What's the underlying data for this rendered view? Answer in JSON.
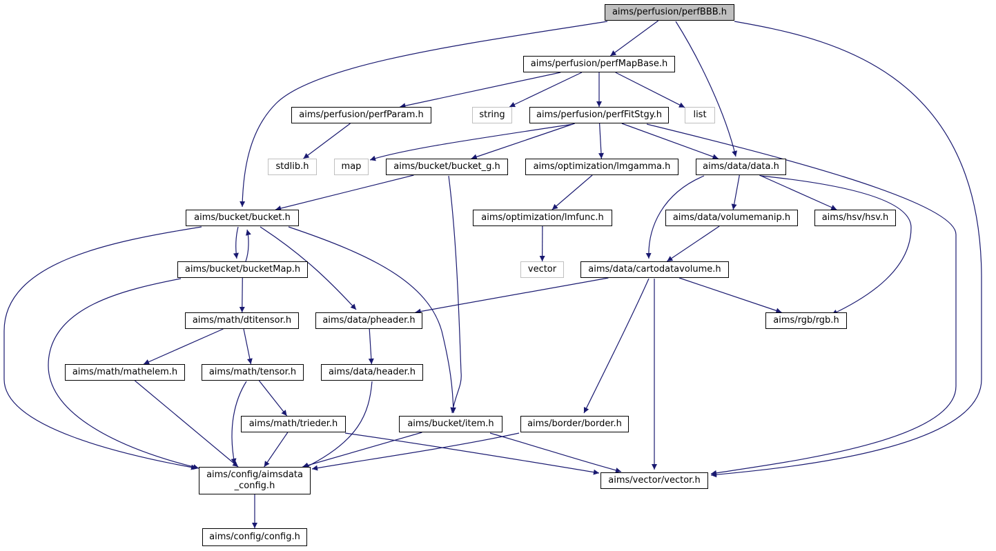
{
  "colors": {
    "edge": "#191970",
    "node_border": "#000000",
    "external_border": "#bfbfbf",
    "root_fill": "#bfbfbf"
  },
  "nodes": [
    {
      "id": "perfBBB",
      "label": "aims/perfusion/perfBBB.h",
      "kind": "root"
    },
    {
      "id": "perfMapBase",
      "label": "aims/perfusion/perfMapBase.h",
      "kind": "file"
    },
    {
      "id": "perfParam",
      "label": "aims/perfusion/perfParam.h",
      "kind": "file"
    },
    {
      "id": "string",
      "label": "string",
      "kind": "external"
    },
    {
      "id": "perfFitStgy",
      "label": "aims/perfusion/perfFitStgy.h",
      "kind": "file"
    },
    {
      "id": "list",
      "label": "list",
      "kind": "external"
    },
    {
      "id": "stdlib",
      "label": "stdlib.h",
      "kind": "external"
    },
    {
      "id": "map",
      "label": "map",
      "kind": "external"
    },
    {
      "id": "bucket_g",
      "label": "aims/bucket/bucket_g.h",
      "kind": "file"
    },
    {
      "id": "lmgamma",
      "label": "aims/optimization/lmgamma.h",
      "kind": "file"
    },
    {
      "id": "data",
      "label": "aims/data/data.h",
      "kind": "file"
    },
    {
      "id": "bucket",
      "label": "aims/bucket/bucket.h",
      "kind": "file"
    },
    {
      "id": "lmfunc",
      "label": "aims/optimization/lmfunc.h",
      "kind": "file"
    },
    {
      "id": "volumemanip",
      "label": "aims/data/volumemanip.h",
      "kind": "file"
    },
    {
      "id": "hsv",
      "label": "aims/hsv/hsv.h",
      "kind": "file"
    },
    {
      "id": "vector",
      "label": "vector",
      "kind": "external"
    },
    {
      "id": "bucketMap",
      "label": "aims/bucket/bucketMap.h",
      "kind": "file"
    },
    {
      "id": "cartodatavolume",
      "label": "aims/data/cartodatavolume.h",
      "kind": "file"
    },
    {
      "id": "dtitensor",
      "label": "aims/math/dtitensor.h",
      "kind": "file"
    },
    {
      "id": "pheader",
      "label": "aims/data/pheader.h",
      "kind": "file"
    },
    {
      "id": "rgb",
      "label": "aims/rgb/rgb.h",
      "kind": "file"
    },
    {
      "id": "mathelem",
      "label": "aims/math/mathelem.h",
      "kind": "file"
    },
    {
      "id": "tensor",
      "label": "aims/math/tensor.h",
      "kind": "file"
    },
    {
      "id": "header",
      "label": "aims/data/header.h",
      "kind": "file"
    },
    {
      "id": "trieder",
      "label": "aims/math/trieder.h",
      "kind": "file"
    },
    {
      "id": "item",
      "label": "aims/bucket/item.h",
      "kind": "file"
    },
    {
      "id": "border",
      "label": "aims/border/border.h",
      "kind": "file"
    },
    {
      "id": "aimsdata_config",
      "label": "aims/config/aimsdata\n_config.h",
      "kind": "file"
    },
    {
      "id": "vectorh",
      "label": "aims/vector/vector.h",
      "kind": "file"
    },
    {
      "id": "config",
      "label": "aims/config/config.h",
      "kind": "file"
    }
  ],
  "edges": [
    [
      "perfBBB",
      "perfMapBase"
    ],
    [
      "perfBBB",
      "bucket"
    ],
    [
      "perfBBB",
      "data"
    ],
    [
      "perfBBB",
      "vectorh"
    ],
    [
      "perfMapBase",
      "perfParam"
    ],
    [
      "perfMapBase",
      "string"
    ],
    [
      "perfMapBase",
      "perfFitStgy"
    ],
    [
      "perfMapBase",
      "list"
    ],
    [
      "perfParam",
      "stdlib"
    ],
    [
      "perfFitStgy",
      "map"
    ],
    [
      "perfFitStgy",
      "bucket_g"
    ],
    [
      "perfFitStgy",
      "lmgamma"
    ],
    [
      "perfFitStgy",
      "data"
    ],
    [
      "perfFitStgy",
      "vectorh"
    ],
    [
      "bucket_g",
      "bucket"
    ],
    [
      "bucket_g",
      "item"
    ],
    [
      "lmgamma",
      "lmfunc"
    ],
    [
      "lmfunc",
      "vector"
    ],
    [
      "data",
      "volumemanip"
    ],
    [
      "data",
      "hsv"
    ],
    [
      "data",
      "cartodatavolume"
    ],
    [
      "data",
      "rgb"
    ],
    [
      "volumemanip",
      "cartodatavolume"
    ],
    [
      "bucket",
      "bucketMap"
    ],
    [
      "bucket",
      "pheader"
    ],
    [
      "bucket",
      "item"
    ],
    [
      "bucket",
      "aimsdata_config"
    ],
    [
      "bucketMap",
      "bucket"
    ],
    [
      "bucketMap",
      "dtitensor"
    ],
    [
      "bucketMap",
      "aimsdata_config"
    ],
    [
      "cartodatavolume",
      "pheader"
    ],
    [
      "cartodatavolume",
      "rgb"
    ],
    [
      "cartodatavolume",
      "border"
    ],
    [
      "cartodatavolume",
      "vectorh"
    ],
    [
      "dtitensor",
      "mathelem"
    ],
    [
      "dtitensor",
      "tensor"
    ],
    [
      "pheader",
      "header"
    ],
    [
      "mathelem",
      "aimsdata_config"
    ],
    [
      "tensor",
      "trieder"
    ],
    [
      "tensor",
      "aimsdata_config"
    ],
    [
      "header",
      "aimsdata_config"
    ],
    [
      "trieder",
      "aimsdata_config"
    ],
    [
      "trieder",
      "vectorh"
    ],
    [
      "item",
      "aimsdata_config"
    ],
    [
      "item",
      "vectorh"
    ],
    [
      "border",
      "aimsdata_config"
    ],
    [
      "aimsdata_config",
      "config"
    ]
  ]
}
